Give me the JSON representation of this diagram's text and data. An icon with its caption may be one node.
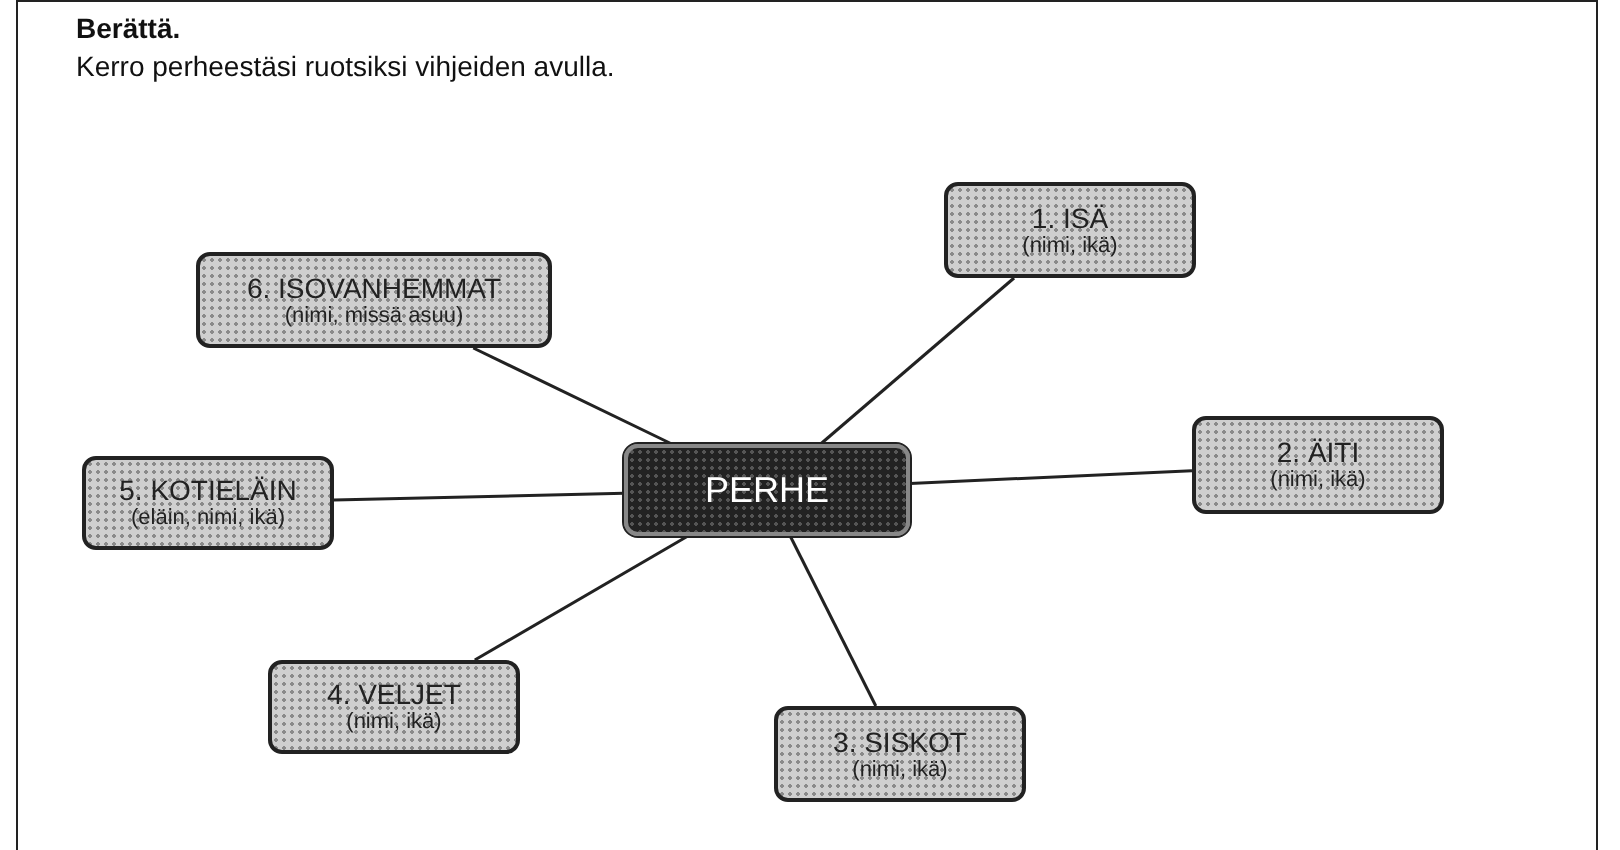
{
  "diagram": {
    "title": "Berättä.",
    "caption": "Kerro perheestäsi ruotsiksi vihjeiden avulla.",
    "nodes": [
      {
        "text": [
          "PERHE"
        ]
      },
      {
        "text": [
          "1. ISÄ",
          "(nimi, ikä)"
        ]
      },
      {
        "text": [
          "2. ÄITI",
          "(nimi, ikä)"
        ]
      },
      {
        "text": [
          "3. SISKOT",
          "(nimi, ikä)"
        ]
      },
      {
        "text": [
          "4. VELJET",
          "(nimi, ikä)"
        ]
      },
      {
        "text": [
          "5. KOTIELÄIN",
          "(eläin, nimi, ikä)"
        ]
      },
      {
        "text": [
          "6. ISOVANHEMMAT",
          "(nimi, missä asuu)"
        ]
      }
    ],
    "edges": [
      {
        "from": 0,
        "to": 1,
        "arrow": "none"
      },
      {
        "from": 0,
        "to": 2,
        "arrow": "none"
      },
      {
        "from": 0,
        "to": 3,
        "arrow": "none"
      },
      {
        "from": 0,
        "to": 4,
        "arrow": "none"
      },
      {
        "from": 0,
        "to": 5,
        "arrow": "none"
      },
      {
        "from": 0,
        "to": 6,
        "arrow": "none"
      }
    ]
  }
}
